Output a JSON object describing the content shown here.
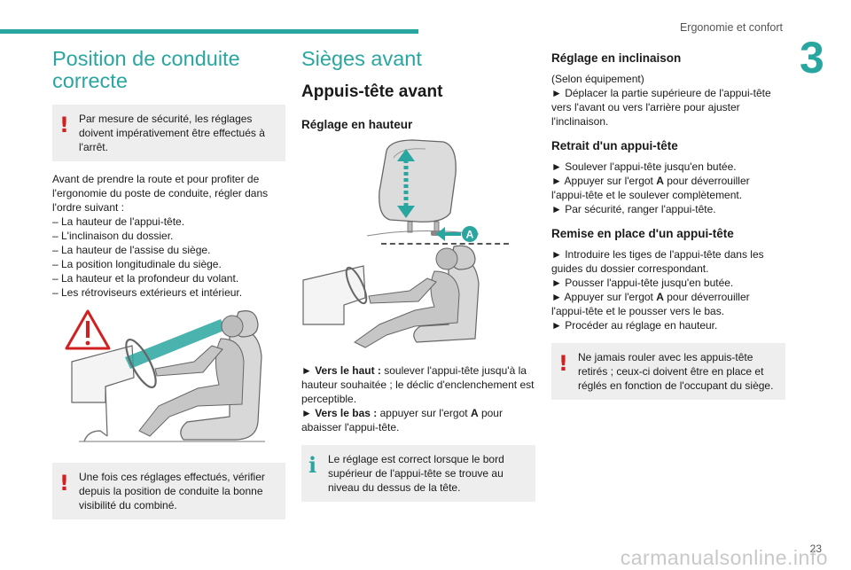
{
  "header": {
    "section": "Ergonomie et confort",
    "chapter": "3"
  },
  "col1": {
    "title": "Position de conduite correcte",
    "warning1": "Par mesure de sécurité, les réglages doivent impérativement être effectués à l'arrêt.",
    "intro": "Avant de prendre la route et pour profiter de l'ergonomie du poste de conduite, régler dans l'ordre suivant :",
    "steps": [
      "– La hauteur de l'appui-tête.",
      "– L'inclinaison du dossier.",
      "– La hauteur de l'assise du siège.",
      "– La position longitudinale du siège.",
      "– La hauteur et la profondeur du volant.",
      "– Les rétroviseurs extérieurs et intérieur."
    ],
    "warning2": "Une fois ces réglages effectués, vérifier depuis la position de conduite la bonne visibilité du combiné."
  },
  "col2": {
    "title": "Sièges avant",
    "subtitle": "Appuis-tête avant",
    "h3": "Réglage en hauteur",
    "callout": "A",
    "up_label": "► Vers le haut :",
    "up_text": " soulever l'appui-tête jusqu'à la hauteur souhaitée ; le déclic d'enclenchement est perceptible.",
    "down_label": "► Vers le bas :",
    "down_text_1": " appuyer sur l'ergot ",
    "down_bold": "A",
    "down_text_2": " pour abaisser l'appui-tête.",
    "info": "Le réglage est correct lorsque le bord supérieur de l'appui-tête se trouve au niveau du dessus de la tête."
  },
  "col3": {
    "h_incl": "Réglage en inclinaison",
    "incl_note": "(Selon équipement)",
    "incl_text": "► Déplacer la partie supérieure de l'appui-tête vers l'avant ou vers l'arrière pour ajuster l'inclinaison.",
    "h_retrait": "Retrait d'un appui-tête",
    "r1": "► Soulever l'appui-tête jusqu'en butée.",
    "r2a": "► Appuyer sur l'ergot ",
    "r2b": "A",
    "r2c": " pour déverrouiller l'appui-tête et le soulever complètement.",
    "r3": "► Par sécurité, ranger l'appui-tête.",
    "h_remise": "Remise en place d'un appui-tête",
    "m1": "► Introduire les tiges de l'appui-tête dans les guides du dossier correspondant.",
    "m2": "► Pousser l'appui-tête jusqu'en butée.",
    "m3a": "► Appuyer sur l'ergot ",
    "m3b": "A",
    "m3c": " pour déverrouiller l'appui-tête et le pousser vers le bas.",
    "m4": "► Procéder au réglage en hauteur.",
    "warning": "Ne jamais rouler avec les appuis-tête retirés ; ceux-ci doivent être en place et réglés en fonction de l'occupant du siège."
  },
  "footer": {
    "page": "23",
    "watermark": "carmanualsonline.info"
  },
  "icons": {
    "warning": "exclamation-icon",
    "info": "info-icon"
  },
  "colors": {
    "accent": "#2aa6a0",
    "warning": "#d21f1f",
    "box_bg": "#eeeeee"
  }
}
